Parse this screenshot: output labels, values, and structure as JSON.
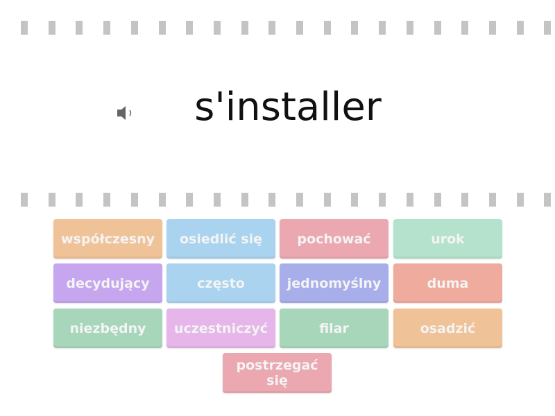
{
  "prompt": {
    "word": "s'installer",
    "audio_icon": "speaker-icon"
  },
  "tiles": [
    {
      "label": "współczesny",
      "color": "#f0c298"
    },
    {
      "label": "osiedlić się",
      "color": "#a9d3ef"
    },
    {
      "label": "pochować",
      "color": "#eba8b0"
    },
    {
      "label": "urok",
      "color": "#b5e2cd"
    },
    {
      "label": "decydujący",
      "color": "#c6a6ee"
    },
    {
      "label": "często",
      "color": "#a9d3ef"
    },
    {
      "label": "jednomyślny",
      "color": "#a8aeea"
    },
    {
      "label": "duma",
      "color": "#efab9e"
    },
    {
      "label": "niezbędny",
      "color": "#a8d6ba"
    },
    {
      "label": "uczestniczyć",
      "color": "#e6b6ea"
    },
    {
      "label": "filar",
      "color": "#a8d6ba"
    },
    {
      "label": "osadzić",
      "color": "#f0c298"
    },
    {
      "label": "postrzegać się",
      "color": "#eba8b0"
    }
  ]
}
